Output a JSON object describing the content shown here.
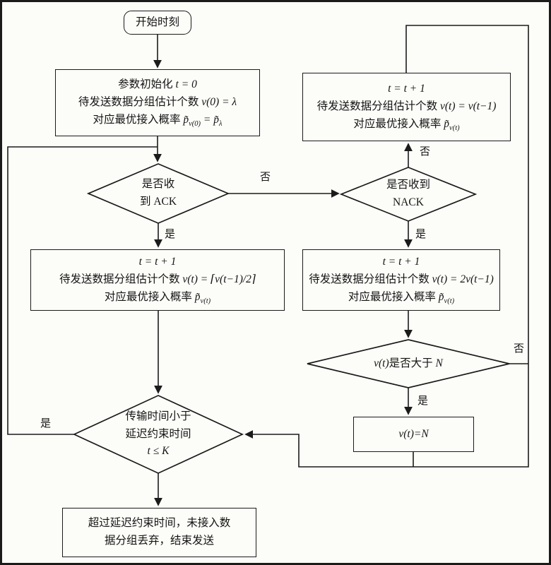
{
  "meta": {
    "background": "#fcfcf8",
    "ink": "#1b1b1b"
  },
  "labels": {
    "yes": "是",
    "no": "否"
  },
  "nodes": {
    "start": {
      "text": "开始时刻"
    },
    "init": {
      "l1a": "参数初始化 ",
      "l1b": "t = 0",
      "l2a": "待发送数据分组估计个数 ",
      "l2b": "v(0) = λ",
      "l3a": "对应最优接入概率 ",
      "l3b": "p̃",
      "l3c": "v(0)",
      "l3d": " = ",
      "l3e": "p̃",
      "l3f": "λ"
    },
    "top_right": {
      "l1": "t = t + 1",
      "l2a": "待发送数据分组估计个数 ",
      "l2b": "v(t) = v(t−1)",
      "l3a": "对应最优接入概率 ",
      "l3b": "p̃",
      "l3c": "v(t)"
    },
    "ack": {
      "l1": "是否收",
      "l2": "到 ACK"
    },
    "nack": {
      "l1": "是否收到",
      "l2": "NACK"
    },
    "halve": {
      "l1": "t = t + 1",
      "l2a": "待发送数据分组估计个数 ",
      "l2b": "v(t) = ⌈v(t−1)/2⌉",
      "l3a": "对应最优接入概率 ",
      "l3b": "p̃",
      "l3c": "v(t)"
    },
    "double": {
      "l1": "t = t + 1",
      "l2a": "待发送数据分组估计个数 ",
      "l2b": "v(t) = 2v(t−1)",
      "l3a": "对应最优接入概率 ",
      "l3b": "p̃",
      "l3c": "v(t)"
    },
    "vcheck": {
      "l1a": "v(t)",
      "l1b": "是否大于 ",
      "l1c": "N"
    },
    "clampv": {
      "text": "v(t)=N"
    },
    "delay": {
      "l1": "传输时间小于",
      "l2": "延迟约束时间",
      "l3": "t ≤ K"
    },
    "final": {
      "l1": "超过延迟约束时间，未接入数",
      "l2": "据分组丢弃，结束发送"
    }
  }
}
